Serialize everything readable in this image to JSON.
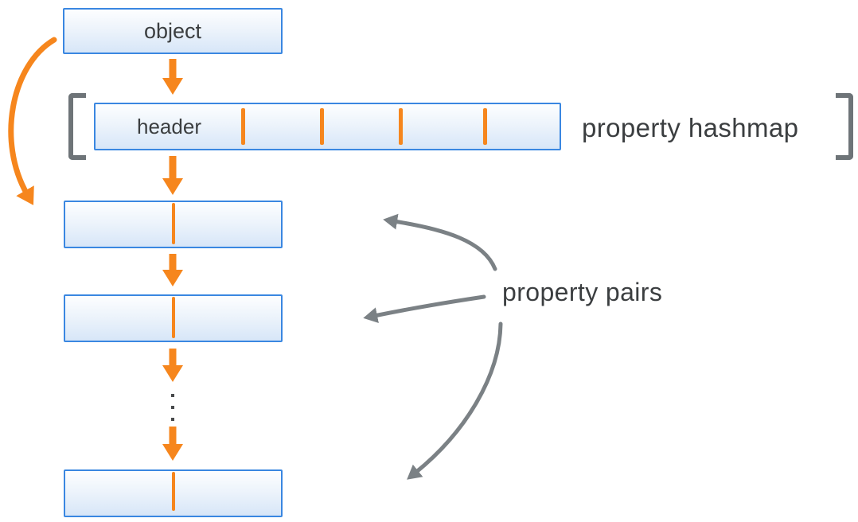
{
  "diagram": {
    "object_box": {
      "label": "object"
    },
    "hashmap": {
      "header_label": "header",
      "caption": "property hashmap",
      "cell_count": 5,
      "divider_count": 4
    },
    "pairs": {
      "caption": "property pairs",
      "visible_pair_boxes": 3
    },
    "icons": {
      "down_arrow_icon": "↓ thick orange arrow",
      "curved_arrow_object_to_pair_icon": "⤵ orange curved arrow",
      "gray_pointer_arrow_icon": "← gray curved arrow",
      "vertical_ellipsis_icon": "⋮",
      "bracket_left_icon": "[",
      "bracket_right_icon": "]"
    },
    "colors": {
      "accent_orange": "#F6861D",
      "box_border_blue": "#3A87E1",
      "box_fill_top": "#FDFEFF",
      "box_fill_bottom": "#D7E6F8",
      "bracket_gray": "#6E7478",
      "arrow_gray": "#7B8185",
      "text_color": "#3B3E40",
      "dot_gray": "#47494B"
    }
  }
}
